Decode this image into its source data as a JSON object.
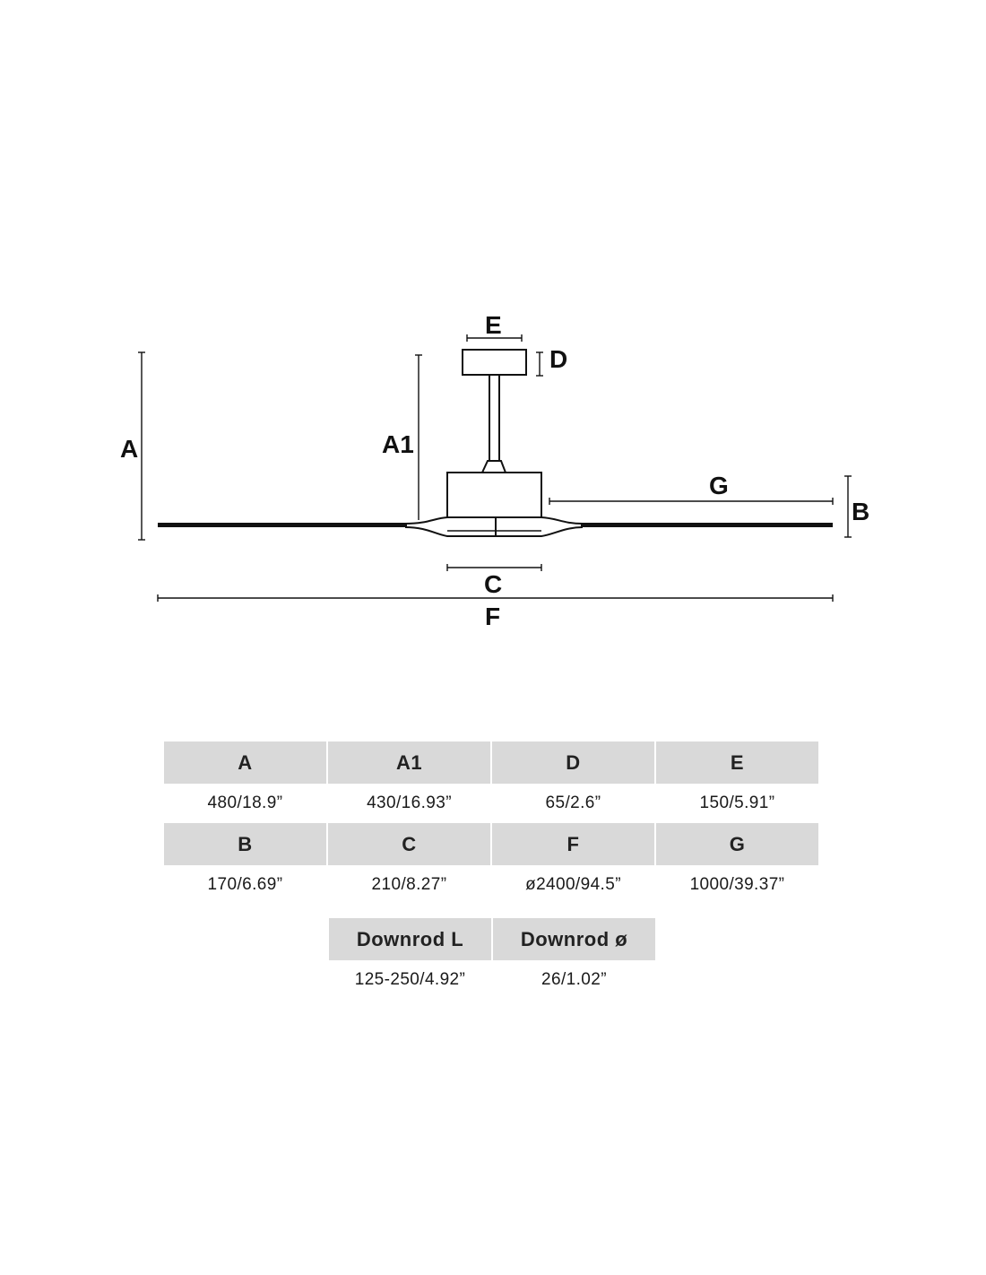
{
  "diagram": {
    "labels": {
      "A": "A",
      "A1": "A1",
      "B": "B",
      "C": "C",
      "D": "D",
      "E": "E",
      "F": "F",
      "G": "G"
    },
    "line_color": "#111111"
  },
  "specs": {
    "header_bg": "#d9d9d9",
    "rows": [
      {
        "headers": [
          "A",
          "A1",
          "D",
          "E"
        ],
        "values": [
          "480/18.9”",
          "430/16.93”",
          "65/2.6”",
          "150/5.91”"
        ]
      },
      {
        "headers": [
          "B",
          "C",
          "F",
          "G"
        ],
        "values": [
          "170/6.69”",
          "210/8.27”",
          "ø2400/94.5”",
          "1000/39.37”"
        ]
      }
    ],
    "extra": {
      "headers": [
        "Downrod L",
        "Downrod ø"
      ],
      "values": [
        "125-250/4.92”",
        "26/1.02”"
      ]
    }
  }
}
